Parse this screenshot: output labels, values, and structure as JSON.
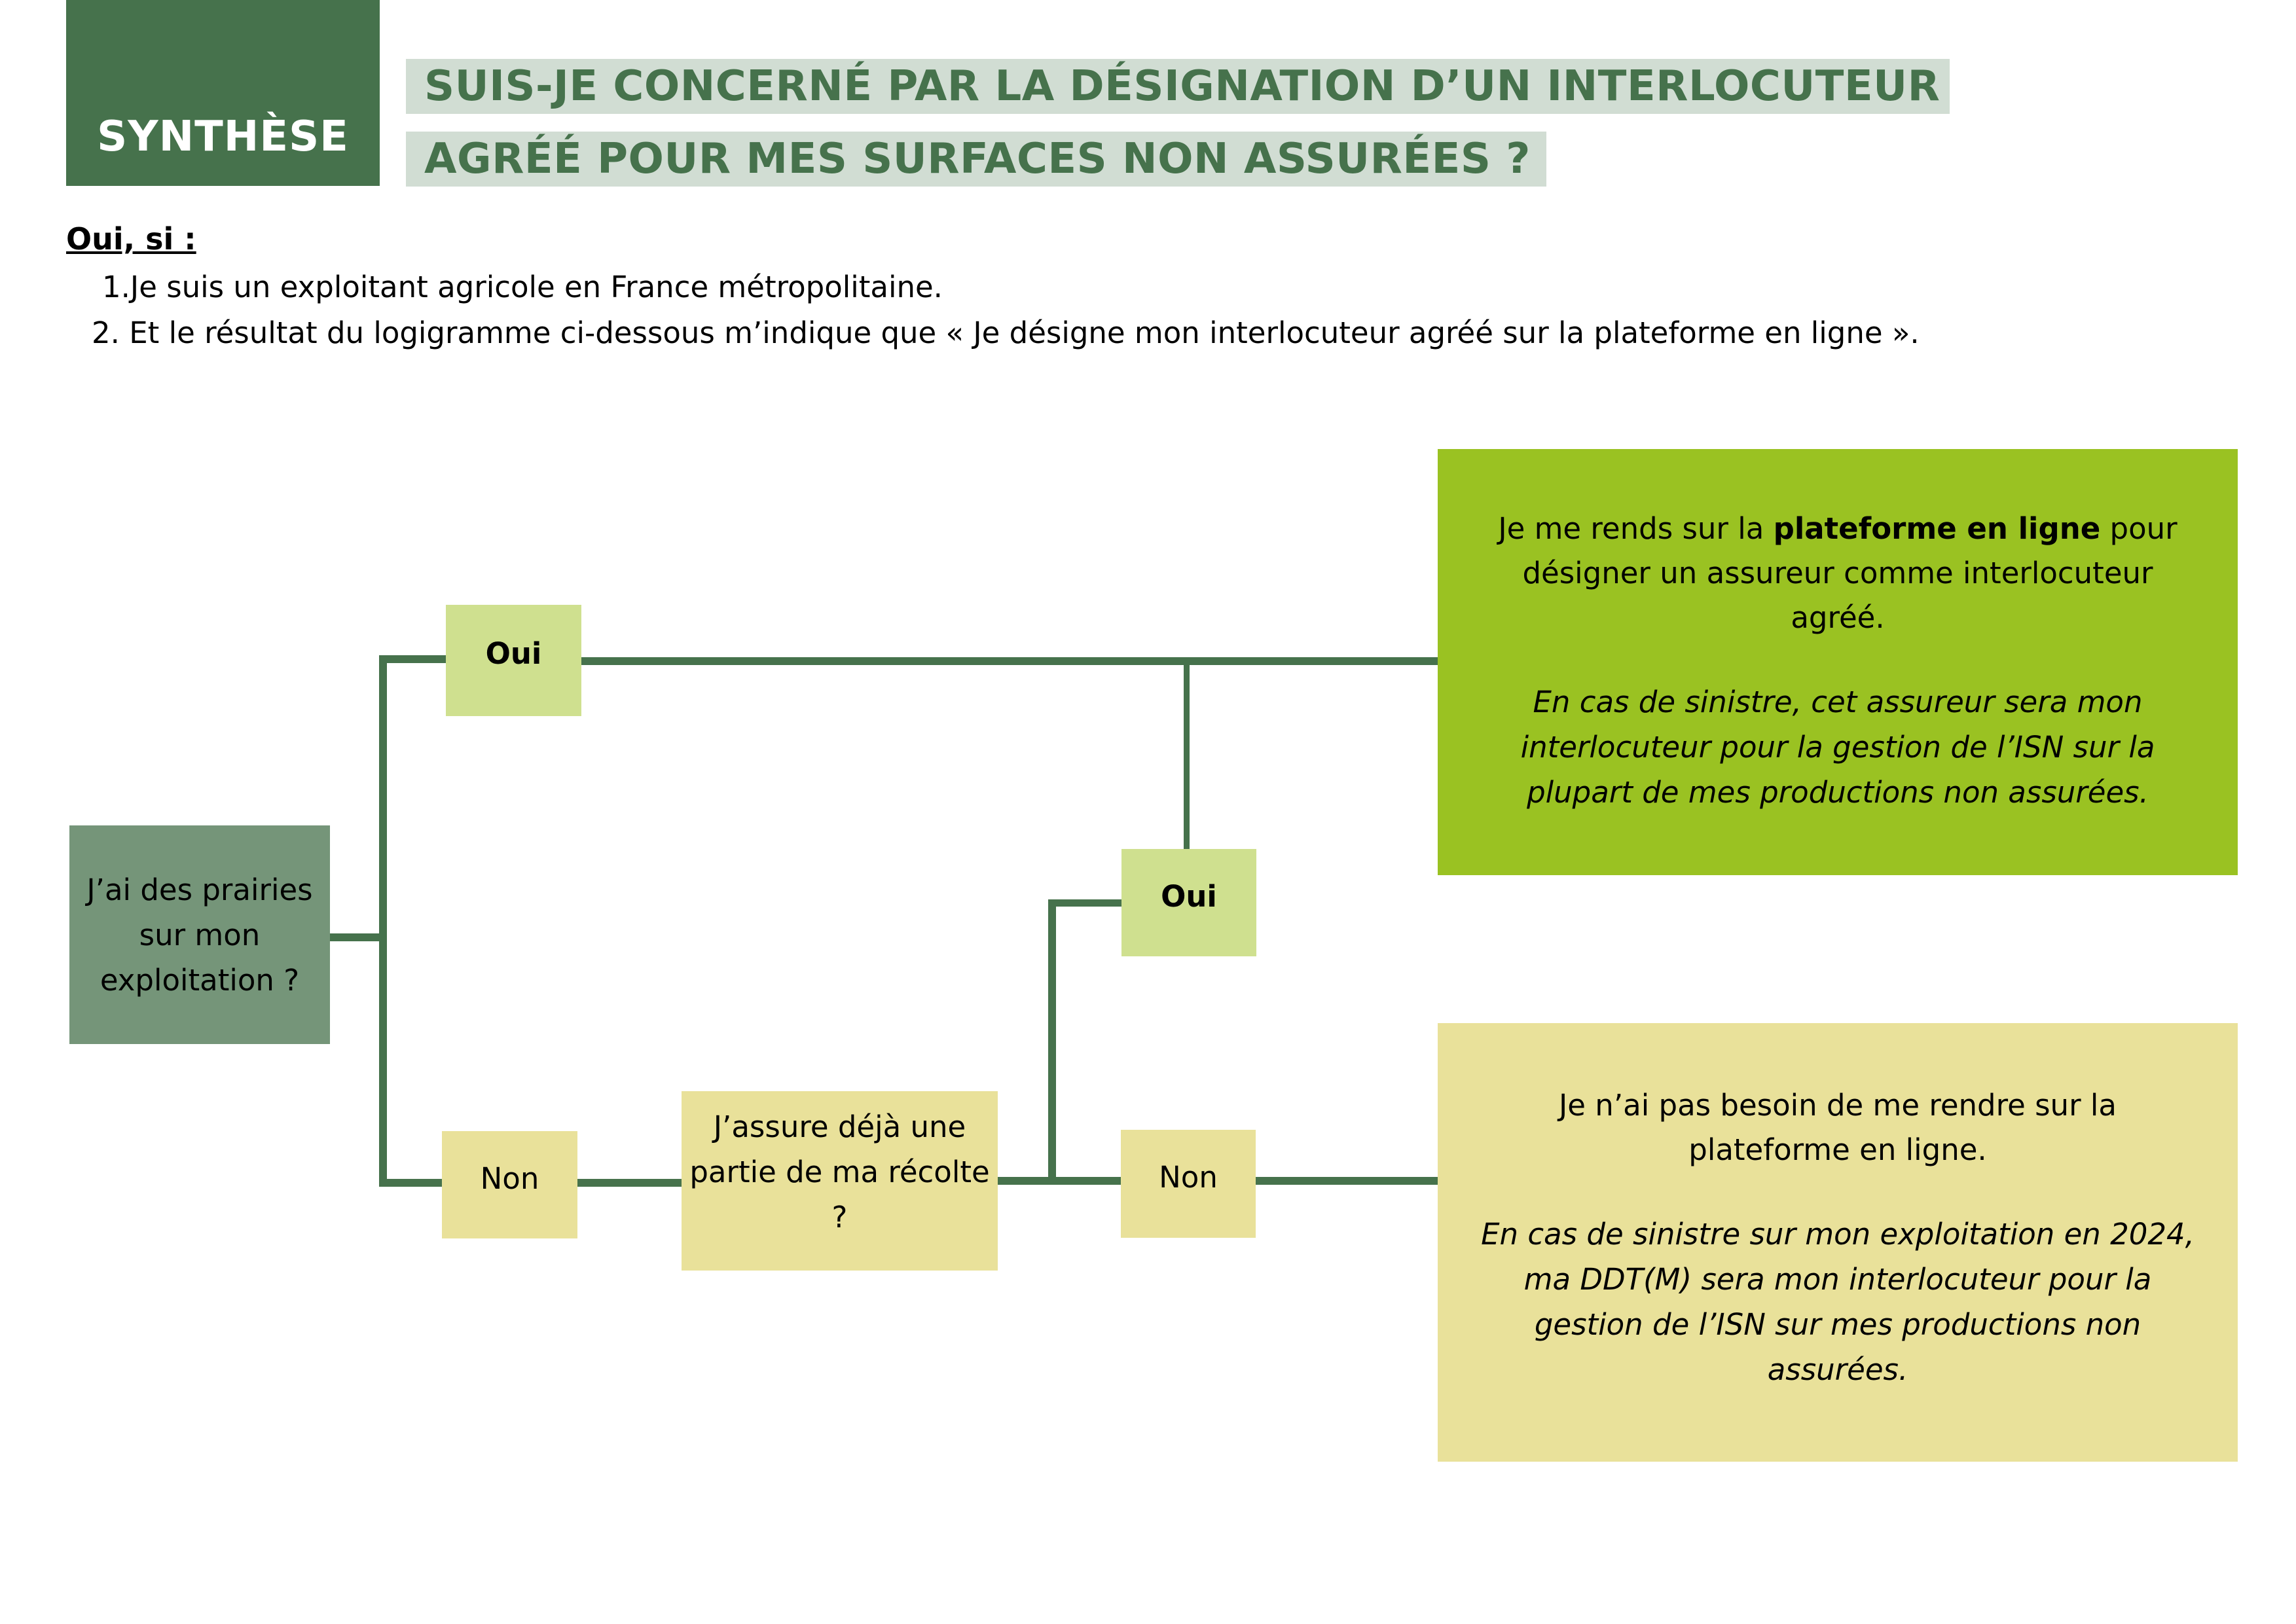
{
  "header": {
    "section_label": "SYNTHÈSE",
    "title_line1": "SUIS-JE CONCERNÉ PAR LA DÉSIGNATION D’UN INTERLOCUTEUR",
    "title_line2": "AGRÉÉ POUR MES SURFACES NON ASSURÉES ?"
  },
  "intro": {
    "label": "Oui, si :",
    "items": [
      "1.Je suis un exploitant agricole en France métropolitaine.",
      "2. Et le résultat du logigramme ci-dessous m’indique que « Je désigne mon interlocuteur agréé sur la plateforme en ligne »."
    ]
  },
  "flowchart": {
    "question1": "J’ai des prairies sur mon exploitation ?",
    "q1_yes": "Oui",
    "q1_no": "Non",
    "question2": "J’assure déjà une partie de ma récolte ?",
    "q2_yes": "Oui",
    "q2_no": "Non",
    "result_yes": {
      "main_prefix": "Je me rends sur la ",
      "main_bold": "plateforme en ligne",
      "main_suffix": " pour désigner un assureur comme interlocuteur agréé.",
      "note": "En cas de sinistre, cet assureur sera mon interlocuteur pour la gestion de l’ISN sur la plupart de mes productions non assurées."
    },
    "result_no": {
      "main": "Je n’ai pas besoin de me rendre sur la plateforme en ligne.",
      "note": "En cas de sinistre sur mon exploitation en 2024, ma DDT(M) sera mon interlocuteur pour la gestion de l’ISN sur mes productions non assurées."
    }
  },
  "colors": {
    "dark_green": "#46724c",
    "banner_bg": "#d1ddd3",
    "question_green": "#759579",
    "yes_light": "#cfe08f",
    "no_yellow": "#e9e19a",
    "result_green": "#9ac222"
  }
}
